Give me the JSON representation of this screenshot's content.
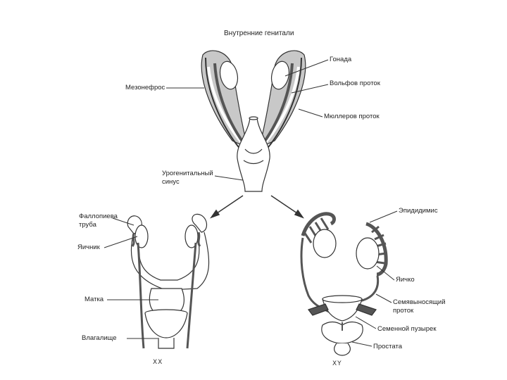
{
  "title": "Внутренние генитали",
  "top_labels": {
    "gonad": "Гонада",
    "mesonephros": "Мезонефрос",
    "wolffian_duct": "Вольфов проток",
    "mullerian_duct": "Мюллеров проток",
    "urogenital_sinus_line1": "Урогенитальный",
    "urogenital_sinus_line2": "синус"
  },
  "female_labels": {
    "fallopian_tube_line1": "Фаллопиева",
    "fallopian_tube_line2": "труба",
    "ovary": "Яичник",
    "uterus": "Матка",
    "vagina": "Влагалище",
    "sex_symbol": "XX"
  },
  "male_labels": {
    "epididymis": "Эпидидимис",
    "testis": "Яичко",
    "vas_deferens_line1": "Семявыносящий",
    "vas_deferens_line2": "проток",
    "seminal_vesicle": "Семенной пузырек",
    "prostate": "Простата",
    "sex_symbol": "XY"
  },
  "colors": {
    "line": "#333333",
    "duct_dark": "#555555",
    "mesonephros_fill": "#c8c8c8",
    "background": "#ffffff"
  }
}
